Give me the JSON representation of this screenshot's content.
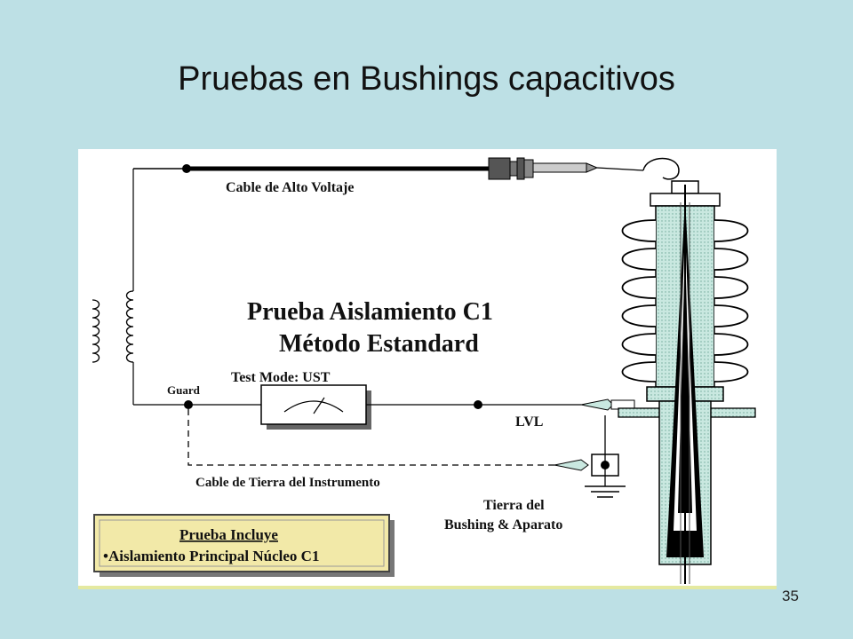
{
  "slide": {
    "title": "Pruebas en Bushings capacitivos",
    "page_number": "35"
  },
  "diagram": {
    "heading_line1": "Prueba Aislamiento C1",
    "heading_line2": "Método Estandard",
    "hv_cable_label": "Cable de Alto Voltaje",
    "guard_label": "Guard",
    "test_mode_label": "Test Mode: UST",
    "lvl_label": "LVL",
    "ground_cable_label": "Cable de Tierra del Instrumento",
    "ground_label_line1": "Tierra del",
    "ground_label_line2": "Bushing & Aparato",
    "includes_box": {
      "title": "Prueba Incluye",
      "item": "•Aislamiento Principal Núcleo C1"
    },
    "colors": {
      "panel_background": "#ffffff",
      "slide_background": "#bde0e5",
      "insulator_fill": "#c9e8e0",
      "box_fill": "#f2e9a8"
    }
  }
}
